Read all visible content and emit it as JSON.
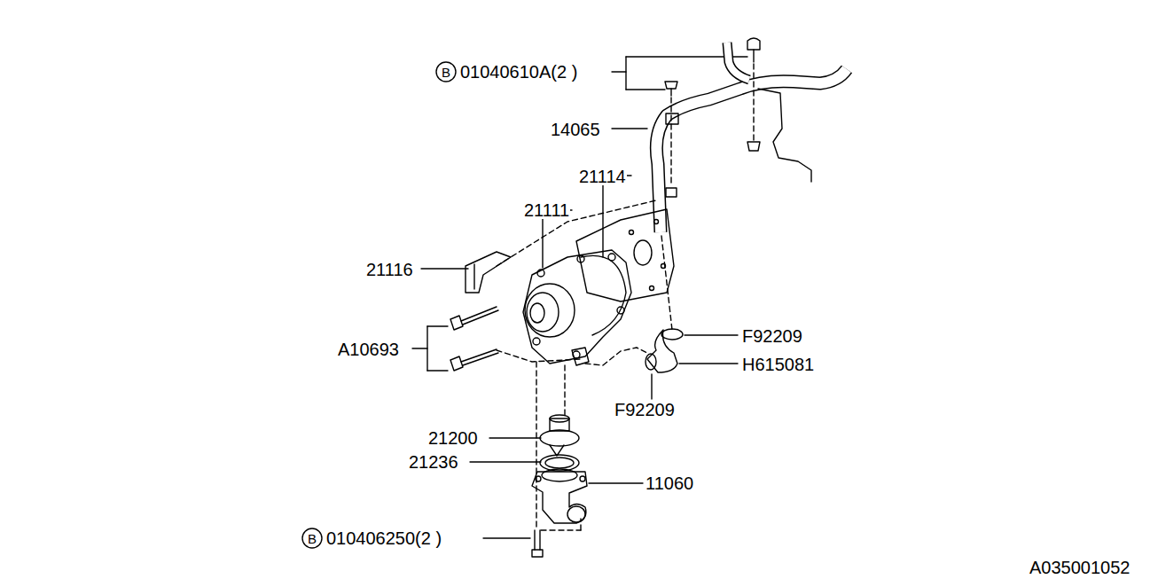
{
  "diagram": {
    "labels": [
      "B",
      "01040610A(2 )",
      "14065",
      "21114",
      "21111",
      "21116",
      "A10693",
      "F92209",
      "H615081",
      "F92209",
      "21200",
      "21236",
      "11060",
      "B",
      "010406250(2 )",
      "A035001052"
    ]
  }
}
